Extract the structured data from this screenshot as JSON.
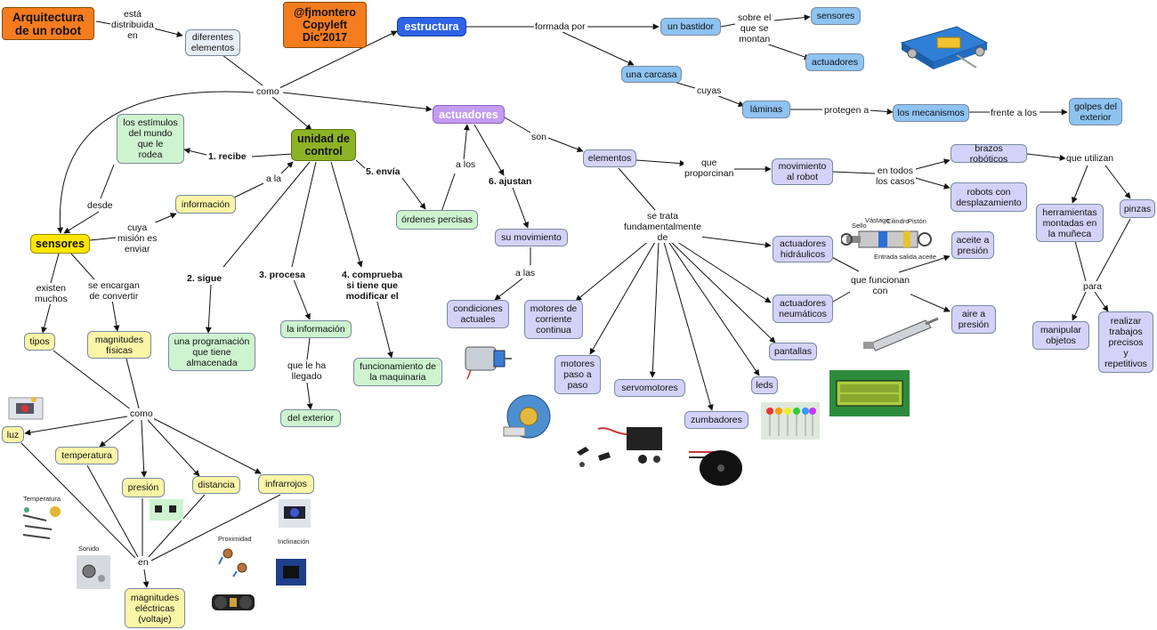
{
  "colors": {
    "orange": "#f57c1f",
    "blue_dark": "#2f63e8",
    "blue_light": "#8ec3f2",
    "lavender": "#d4d2f8",
    "purple": "#c49cf4",
    "olive": "#8db224",
    "green_light": "#cdf3cf",
    "yellow_light": "#fbf5a7",
    "yellow": "#ffe600",
    "light_gray_blue": "#e7eef6"
  },
  "title": {
    "main": "Arquitectura\nde un robot",
    "author": "@fjmontero\nCopyleft\nDic'2017"
  },
  "concepts": {
    "diferentes_elementos": "diferentes\nelementos",
    "estructura": "estructura",
    "un_bastidor": "un bastidor",
    "sensores_top": "sensores",
    "actuadores_top": "actuadores",
    "una_carcasa": "una carcasa",
    "laminas": "láminas",
    "los_mecanismos": "los mecanismos",
    "golpes": "golpes del\nexterior",
    "actuadores": "actuadores",
    "unidad": "unidad de\ncontrol",
    "estimulos": "los estímulos\ndel mundo\nque le\nrodea",
    "informacion": "información",
    "ordenes": "órdenes percisas",
    "su_movimiento": "su movimiento",
    "condiciones": "condiciones\nactuales",
    "programacion": "una programación\nque tiene\nalmacenada",
    "la_informacion": "la información",
    "del_exterior": "del exterior",
    "funcionamiento": "funcionamiento de\nla maquinaria",
    "sensores": "sensores",
    "tipos": "tipos",
    "magnitudes_fisicas": "magnitudes\nfísicas",
    "luz": "luz",
    "temperatura": "temperatura",
    "presion": "presión",
    "distancia": "distancia",
    "infrarrojos": "infrarrojos",
    "magnitudes_electricas": "magnitudes\neléctricas\n(voltaje)",
    "elementos": "elementos",
    "movimiento_robot": "movimiento\nal robot",
    "brazos": "brazos robóticos",
    "desplazamiento": "robots con\ndesplazamiento",
    "herramientas": "herramientas\nmontadas en\nla muñeca",
    "pinzas": "pinzas",
    "manipular": "manipular\nobjetos",
    "realizar": "realizar\ntrabajos\nprecisos\ny\nrepetitivos",
    "hidraulicos": "actuadores\nhidráulicos",
    "neumaticos": "actuadores\nneumáticos",
    "aceite": "aceite a\npresión",
    "aire": "aire a\npresión",
    "motores_cc": "motores de\ncorriente\ncontinua",
    "motores_pap": "motores\npaso a\npaso",
    "servomotores": "servomotores",
    "zumbadores": "zumbadores",
    "leds": "leds",
    "pantallas": "pantallas"
  },
  "phrases": {
    "esta_distribuida": "está\ndistribuida\nen",
    "como_top": "como",
    "formada_por": "formada por",
    "sobre_el": "sobre el\nque se\nmontan",
    "cuyas": "cuyas",
    "protegen_a": "protegen a",
    "frente_a_los": "frente a los",
    "son": "son",
    "recibe": "1. recibe",
    "a_la": "a la",
    "envia": "5. envía",
    "a_los": "a los",
    "ajustan": "6. ajustan",
    "a_las": "a las",
    "sigue": "2.  sigue",
    "procesa": "3.  procesa",
    "comprueba": "4. comprueba\nsi tiene que\nmodificar el",
    "que_le_ha": "que le ha\nllegado",
    "desde": "desde",
    "cuya_mision": "cuya\nmisión es\nenviar",
    "existen": "existen\nmuchos",
    "se_encargan": "se encargan\nde convertir",
    "como_bottom": "como",
    "en": "en",
    "que_proporcinan": "que\nproporcinan",
    "en_todos": "en todos\nlos casos",
    "que_utilizan": "que utilizan",
    "para": "para",
    "se_trata": "se trata\nfundamentalmente\nde",
    "que_funcionan": "que funcionan\ncon"
  },
  "captions": {
    "temperatura": "Temperatura",
    "sonido": "Sonido",
    "proximidad": "Proximidad",
    "inclinacion": "Inclinación",
    "cyl1": "Sello",
    "cyl2": "Vástago",
    "cyl3": "Cilindro",
    "cyl4": "Pistón",
    "cyl5": "Entrada salida aceite"
  }
}
